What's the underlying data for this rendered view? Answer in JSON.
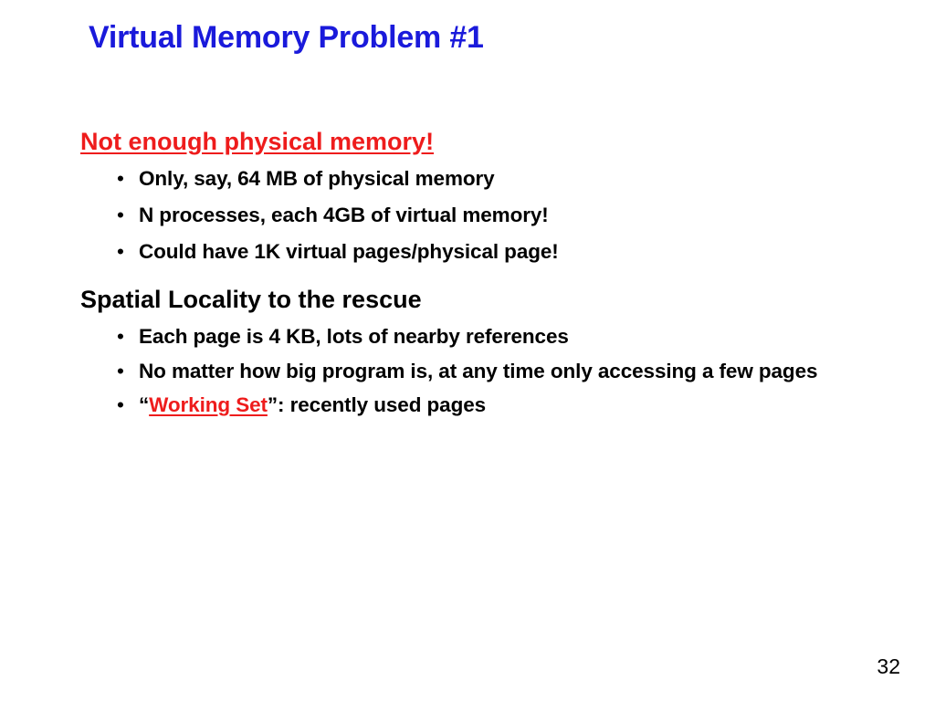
{
  "title": "Virtual Memory Problem #1",
  "section1": {
    "heading": "Not enough physical memory!",
    "bullets": [
      "Only, say, 64 MB of physical memory",
      "N processes, each 4GB of virtual memory!",
      "Could have 1K virtual pages/physical page!"
    ]
  },
  "section2": {
    "heading": "Spatial Locality to the rescue",
    "bullets": [
      "Each page is 4 KB, lots of nearby references",
      "No matter how big program is, at any time only accessing a few pages"
    ],
    "working_set": {
      "open_quote": "“",
      "link_text": "Working Set",
      "rest": "”: recently used pages"
    }
  },
  "bullet_glyph": "•",
  "page_number": "32",
  "colors": {
    "title": "#1a1adb",
    "accent_red": "#ee1c1c",
    "text": "#000000",
    "background": "#ffffff"
  }
}
